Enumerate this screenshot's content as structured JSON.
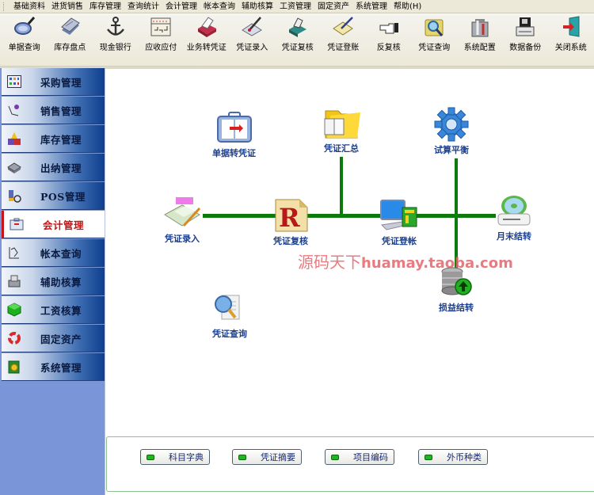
{
  "menubar": {
    "items": [
      "基础资料",
      "进货销售",
      "库存管理",
      "查询统计",
      "会计管理",
      "帐本查询",
      "辅助核算",
      "工资管理",
      "固定资产",
      "系统管理",
      "帮助(H)"
    ]
  },
  "toolbar": {
    "items": [
      {
        "label": "单据查询",
        "icon": "magnifier-icon"
      },
      {
        "label": "库存盘点",
        "icon": "stack-icon"
      },
      {
        "label": "现金银行",
        "icon": "anchor-icon"
      },
      {
        "label": "应收应付",
        "icon": "calculator-icon"
      },
      {
        "label": "业务转凭证",
        "icon": "card-box-icon"
      },
      {
        "label": "凭证录入",
        "icon": "pen-paper-icon"
      },
      {
        "label": "凭证复核",
        "icon": "scanner-icon"
      },
      {
        "label": "凭证登账",
        "icon": "book-pen-icon"
      },
      {
        "label": "反复核",
        "icon": "pointing-hand-icon"
      },
      {
        "label": "凭证查询",
        "icon": "folder-search-icon"
      },
      {
        "label": "系统配置",
        "icon": "tools-icon"
      },
      {
        "label": "数据备份",
        "icon": "floppy-icon"
      },
      {
        "label": "关闭系统",
        "icon": "exit-door-icon"
      }
    ]
  },
  "sidebar": {
    "items": [
      {
        "label": "采购管理",
        "icon": "grid-icon",
        "active": false
      },
      {
        "label": "销售管理",
        "icon": "pen-icon",
        "active": false
      },
      {
        "label": "库存管理",
        "icon": "boxes-icon",
        "active": false
      },
      {
        "label": "出纳管理",
        "icon": "cashbox-icon",
        "active": false
      },
      {
        "label": "POS管理",
        "icon": "pos-icon",
        "active": false
      },
      {
        "label": "会计管理",
        "icon": "briefcase-icon",
        "active": true
      },
      {
        "label": "帐本查询",
        "icon": "ledger-icon",
        "active": false
      },
      {
        "label": "辅助核算",
        "icon": "printer-icon",
        "active": false
      },
      {
        "label": "工资核算",
        "icon": "green-cube-icon",
        "active": false
      },
      {
        "label": "固定资产",
        "icon": "recycle-icon",
        "active": false
      },
      {
        "label": "系统管理",
        "icon": "gear-book-icon",
        "active": false
      }
    ]
  },
  "flow": {
    "nodes": [
      {
        "id": "bill-to-voucher",
        "label": "单据转凭证"
      },
      {
        "id": "voucher-summary",
        "label": "凭证汇总"
      },
      {
        "id": "trial-balance",
        "label": "试算平衡"
      },
      {
        "id": "voucher-entry",
        "label": "凭证录入"
      },
      {
        "id": "voucher-review",
        "label": "凭证复核"
      },
      {
        "id": "voucher-posting",
        "label": "凭证登帐"
      },
      {
        "id": "month-end-close",
        "label": "月末结转"
      },
      {
        "id": "pl-transfer",
        "label": "损益结转"
      },
      {
        "id": "voucher-query",
        "label": "凭证查询"
      }
    ],
    "line_color": "#0d7a0d"
  },
  "watermark": {
    "zh": "源码天下",
    "en": "huamay.taoba.com"
  },
  "bottom": {
    "buttons": [
      "科目字典",
      "凭证摘要",
      "项目编码",
      "外币种类"
    ]
  },
  "colors": {
    "active_nav": "#c81414",
    "node_label": "#1a3f8f",
    "sidebar_bg": "#7a96d8"
  }
}
